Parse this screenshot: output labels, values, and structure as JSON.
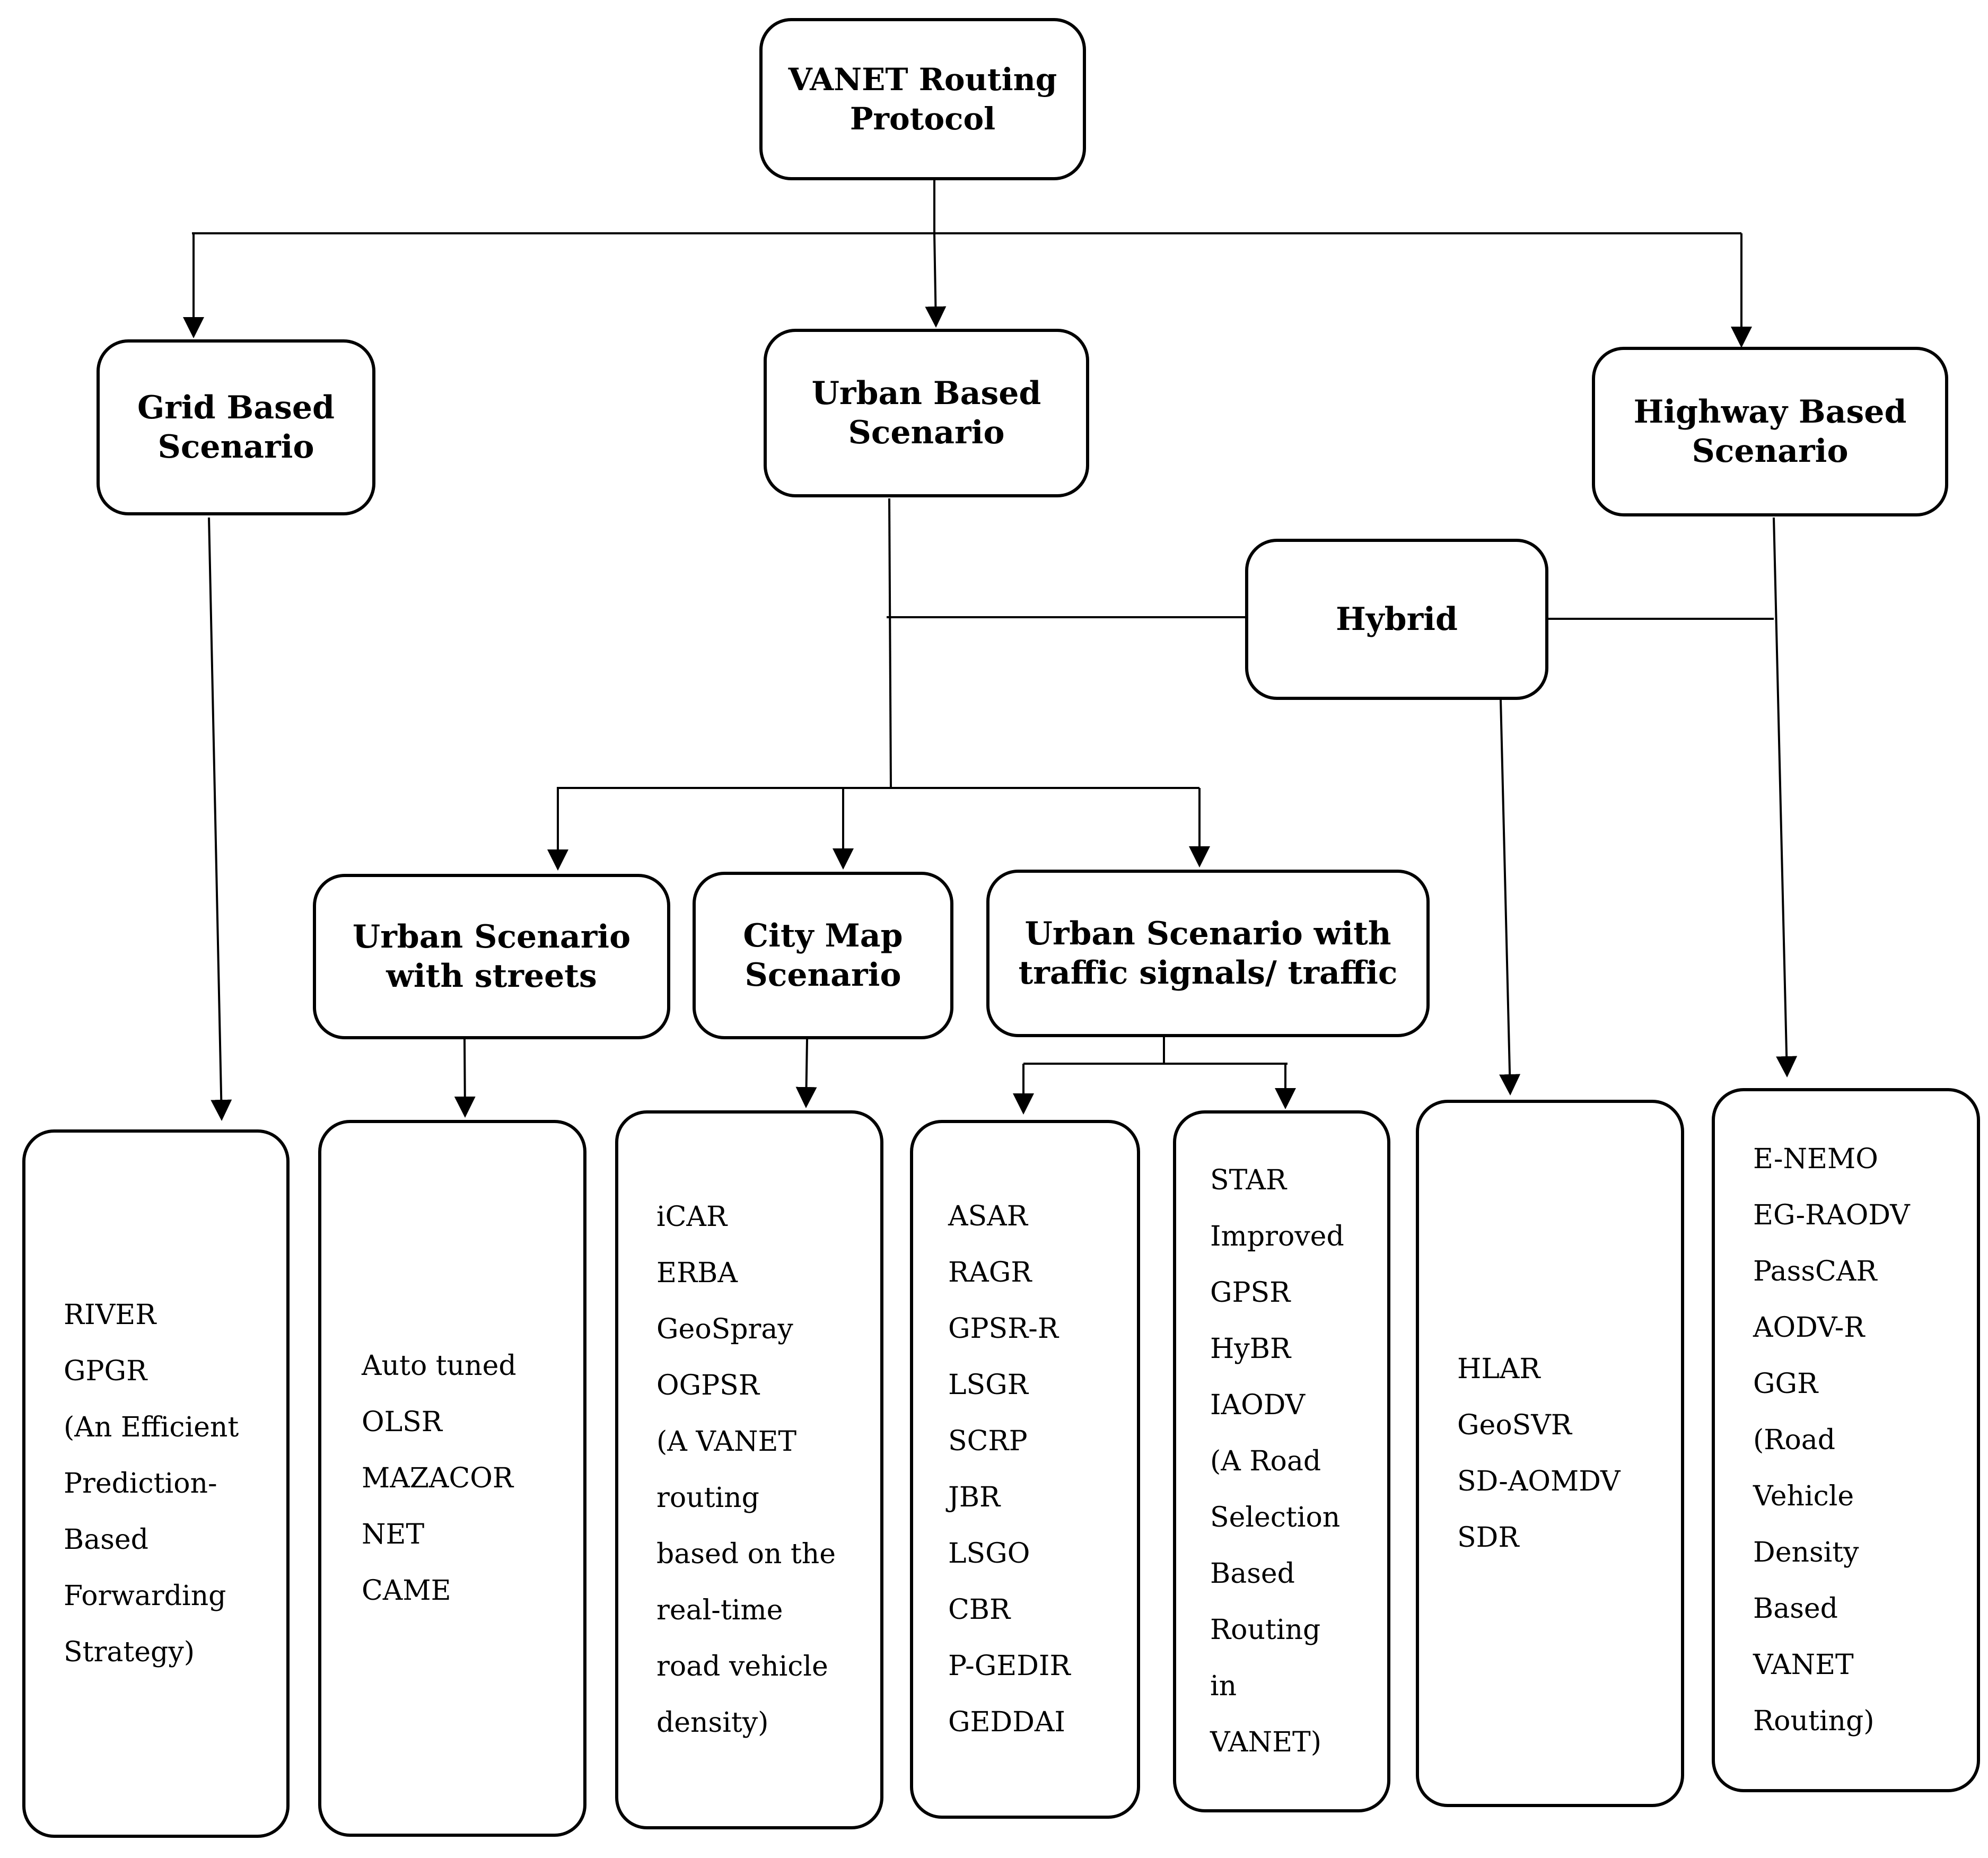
{
  "root": {
    "lines": [
      "VANET Routing",
      "Protocol"
    ]
  },
  "categories": {
    "grid": {
      "lines": [
        "Grid Based",
        "Scenario"
      ]
    },
    "urban": {
      "lines": [
        "Urban Based",
        "Scenario"
      ]
    },
    "highway": {
      "lines": [
        "Highway Based",
        "Scenario"
      ]
    },
    "hybrid": {
      "lines": [
        "Hybrid"
      ]
    }
  },
  "urban_subtypes": {
    "streets": {
      "lines": [
        "Urban Scenario",
        "with streets"
      ]
    },
    "city_map": {
      "lines": [
        "City Map",
        "Scenario"
      ]
    },
    "traffic": {
      "lines": [
        "Urban Scenario with",
        "traffic signals/ traffic"
      ]
    }
  },
  "protocol_lists": {
    "grid": [
      "RIVER",
      "GPGR",
      "(An Efficient",
      "Prediction-",
      "Based",
      "Forwarding",
      "Strategy)"
    ],
    "streets": [
      "Auto tuned",
      "OLSR",
      "MAZACOR",
      "NET",
      "CAME"
    ],
    "city_map": [
      "iCAR",
      "ERBA",
      "GeoSpray",
      "OGPSR",
      "(A VANET",
      "routing",
      "based on the",
      "real-time",
      "road vehicle",
      "density)"
    ],
    "traffic_a": [
      "ASAR",
      "RAGR",
      "GPSR-R",
      "LSGR",
      "SCRP",
      "JBR",
      "LSGO",
      "CBR",
      "P-GEDIR",
      "GEDDAI"
    ],
    "traffic_b": [
      "STAR",
      "Improved",
      "GPSR",
      "HyBR",
      "IAODV",
      "(A Road",
      "Selection",
      "Based",
      "Routing",
      "in",
      "VANET)"
    ],
    "hybrid": [
      "HLAR",
      "GeoSVR",
      "SD-AOMDV",
      "SDR"
    ],
    "highway": [
      "E-NEMO",
      "EG-RAODV",
      "PassCAR",
      "AODV-R",
      "GGR",
      "(Road",
      "Vehicle",
      "Density",
      "Based",
      "VANET",
      "Routing)"
    ]
  }
}
